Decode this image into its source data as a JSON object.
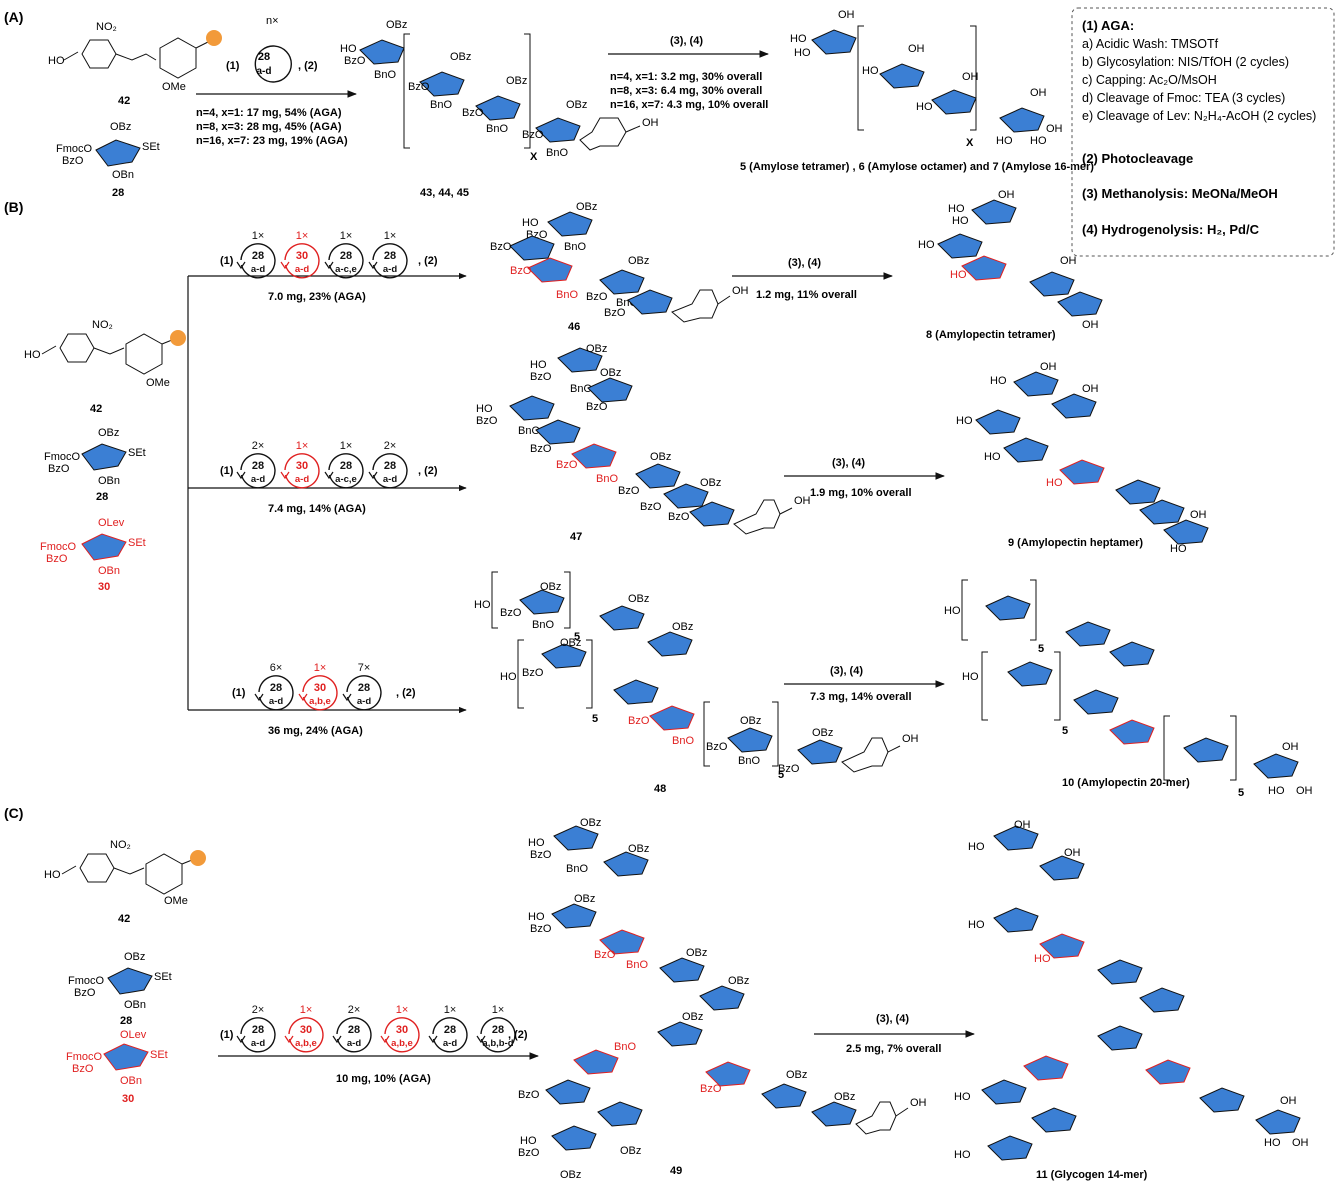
{
  "colors": {
    "ink": "#111111",
    "ring_red": "#e02020",
    "sugar_blue": "#3b7fd4",
    "bead": "#f29a3a"
  },
  "legend": {
    "aga_title": "(1) AGA:",
    "aga_steps": [
      "a) Acidic Wash: TMSOTf",
      "b) Glycosylation: NIS/TfOH (2 cycles)",
      "c) Capping: Ac₂O/MsOH",
      "d) Cleavage of Fmoc: TEA (3 cycles)",
      "e) Cleavage of Lev: N₂H₄-AcOH (2 cycles)"
    ],
    "step2": "(2) Photocleavage",
    "step3": "(3) Methanolysis: MeONa/MeOH",
    "step4": "(4) Hydrogenolysis: H₂, Pd/C"
  },
  "panel_a": {
    "tag": "(A)",
    "linker_label": "42",
    "bb_label": "28",
    "cycle_count": "n×",
    "cycle_bb": "28",
    "cycle_steps": "a-d",
    "step1": "(1)",
    "step2": ", (2)",
    "yields": [
      "n=4, x=1: 17 mg, 54% (AGA)",
      "n=8, x=3: 28 mg, 45% (AGA)",
      "n=16, x=7: 23 mg, 19% (AGA)"
    ],
    "product_label": "43,  44,  45",
    "repeat_x": "X",
    "deprotect": "(3), (4)",
    "overall": [
      "n=4, x=1: 3.2 mg, 30% overall",
      "n=8, x=3: 6.4 mg, 30% overall",
      "n=16, x=7: 4.3 mg, 10% overall"
    ],
    "final_label": "5 (Amylose tetramer) , 6 (Amylose octamer) and 7 (Amylose 16-mer)"
  },
  "panel_b": {
    "tag": "(B)",
    "linker_label": "42",
    "bb28_label": "28",
    "bb30_label": "30",
    "route1": {
      "step1": "(1)",
      "step2": ", (2)",
      "cycles": [
        {
          "count": "1×",
          "bb": "28",
          "steps": "a-d",
          "red": false
        },
        {
          "count": "1×",
          "bb": "30",
          "steps": "a-d",
          "red": true
        },
        {
          "count": "1×",
          "bb": "28",
          "steps": "a-c,e",
          "red": false
        },
        {
          "count": "1×",
          "bb": "28",
          "steps": "a-d",
          "red": false
        }
      ],
      "yield": "7.0 mg, 23% (AGA)",
      "product_label": "46",
      "deprotect": "(3), (4)",
      "overall": "1.2 mg, 11% overall",
      "final_label": "8 (Amylopectin tetramer)"
    },
    "route2": {
      "step1": "(1)",
      "step2": ", (2)",
      "cycles": [
        {
          "count": "2×",
          "bb": "28",
          "steps": "a-d",
          "red": false
        },
        {
          "count": "1×",
          "bb": "30",
          "steps": "a-d",
          "red": true
        },
        {
          "count": "1×",
          "bb": "28",
          "steps": "a-c,e",
          "red": false
        },
        {
          "count": "2×",
          "bb": "28",
          "steps": "a-d",
          "red": false
        }
      ],
      "yield": "7.4 mg, 14% (AGA)",
      "product_label": "47",
      "deprotect": "(3), (4)",
      "overall": "1.9 mg, 10% overall",
      "final_label": "9 (Amylopectin heptamer)"
    },
    "route3": {
      "step1": "(1)",
      "step2": ", (2)",
      "cycles": [
        {
          "count": "6×",
          "bb": "28",
          "steps": "a-d",
          "red": false
        },
        {
          "count": "1×",
          "bb": "30",
          "steps": "a,b,e",
          "red": true
        },
        {
          "count": "7×",
          "bb": "28",
          "steps": "a-d",
          "red": false
        }
      ],
      "yield": "36 mg, 24% (AGA)",
      "product_label": "48",
      "repeat": "5",
      "deprotect": "(3), (4)",
      "overall": "7.3 mg, 14% overall",
      "final_label": "10 (Amylopectin 20-mer)"
    }
  },
  "panel_c": {
    "tag": "(C)",
    "linker_label": "42",
    "bb28_label": "28",
    "bb30_label": "30",
    "step1": "(1)",
    "step2": ", (2)",
    "cycles": [
      {
        "count": "2×",
        "bb": "28",
        "steps": "a-d",
        "red": false
      },
      {
        "count": "1×",
        "bb": "30",
        "steps": "a,b,e",
        "red": true
      },
      {
        "count": "2×",
        "bb": "28",
        "steps": "a-d",
        "red": false
      },
      {
        "count": "1×",
        "bb": "30",
        "steps": "a,b,e",
        "red": true
      },
      {
        "count": "1×",
        "bb": "28",
        "steps": "a-d",
        "red": false
      },
      {
        "count": "1×",
        "bb": "28",
        "steps": "a,b,b-d",
        "red": false
      }
    ],
    "yield": "10 mg, 10% (AGA)",
    "product_label": "49",
    "deprotect": "(3), (4)",
    "overall": "2.5 mg, 7% overall",
    "final_label": "11 (Glycogen 14-mer)"
  },
  "groups": {
    "HO": "HO",
    "OH": "OH",
    "OBz": "OBz",
    "BzO": "BzO",
    "BnO": "BnO",
    "OBn": "OBn",
    "O": "O",
    "SEt": "SEt",
    "Fmoc": "FmocO",
    "OLev": "OLev",
    "NO2": "NO₂",
    "OMe": "OMe"
  }
}
